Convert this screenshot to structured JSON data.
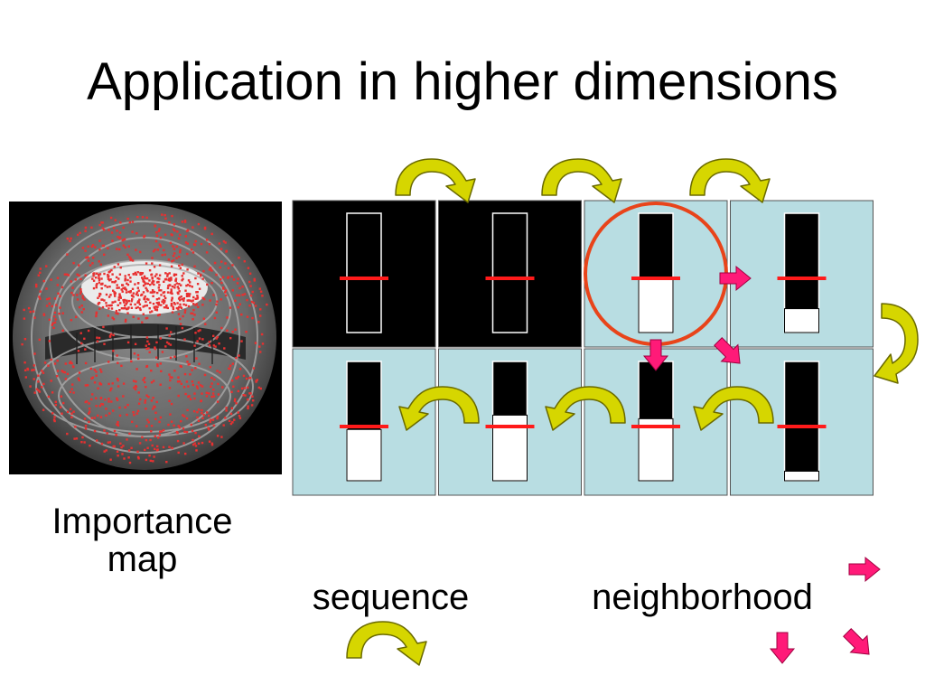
{
  "title": "Application in higher dimensions",
  "captions": {
    "importance_map": "Importance\nmap",
    "sequence": "sequence",
    "neighborhood": "neighborhood"
  },
  "colors": {
    "cell_active": "#b8dde2",
    "cell_inactive": "#000000",
    "marker": "#ff1a1a",
    "highlight_circle": "#e8441a",
    "sequence_arrow": "#d6d600",
    "neighborhood_arrow": "#ff1a78",
    "sample_dots": "#e83030"
  },
  "grid": {
    "rows": 2,
    "cols": 4,
    "cells": [
      {
        "row": 0,
        "col": 0,
        "background": "black",
        "white_fill": 0.0
      },
      {
        "row": 0,
        "col": 1,
        "background": "black",
        "white_fill": 0.0
      },
      {
        "row": 0,
        "col": 2,
        "background": "light-blue",
        "white_fill": 0.46,
        "highlighted": true
      },
      {
        "row": 0,
        "col": 3,
        "background": "light-blue",
        "white_fill": 0.2
      },
      {
        "row": 1,
        "col": 0,
        "background": "light-blue",
        "white_fill": 0.43
      },
      {
        "row": 1,
        "col": 1,
        "background": "light-blue",
        "white_fill": 0.55
      },
      {
        "row": 1,
        "col": 2,
        "background": "light-blue",
        "white_fill": 0.52
      },
      {
        "row": 1,
        "col": 3,
        "background": "light-blue",
        "white_fill": 0.08
      }
    ]
  },
  "icons": {
    "sequence_arrow": "curved-arrow-icon",
    "neighborhood_right": "arrow-right-icon",
    "neighborhood_down": "arrow-down-icon",
    "neighborhood_diag": "arrow-down-right-icon"
  }
}
